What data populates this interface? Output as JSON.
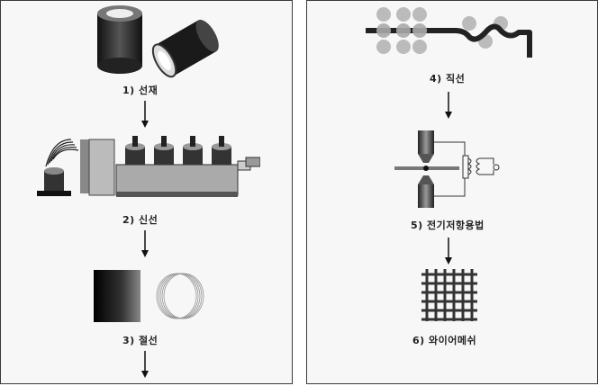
{
  "steps": [
    {
      "label": "1) 선재"
    },
    {
      "label": "2) 신선"
    },
    {
      "label": "3) 절선"
    },
    {
      "label": "4) 직선"
    },
    {
      "label": "5) 전기저항용법"
    },
    {
      "label": "6) 와이어메쉬"
    }
  ],
  "colors": {
    "ink": "#1a1a1a",
    "panel_bg": "#f7f7f7",
    "border": "#3a3a3a"
  }
}
